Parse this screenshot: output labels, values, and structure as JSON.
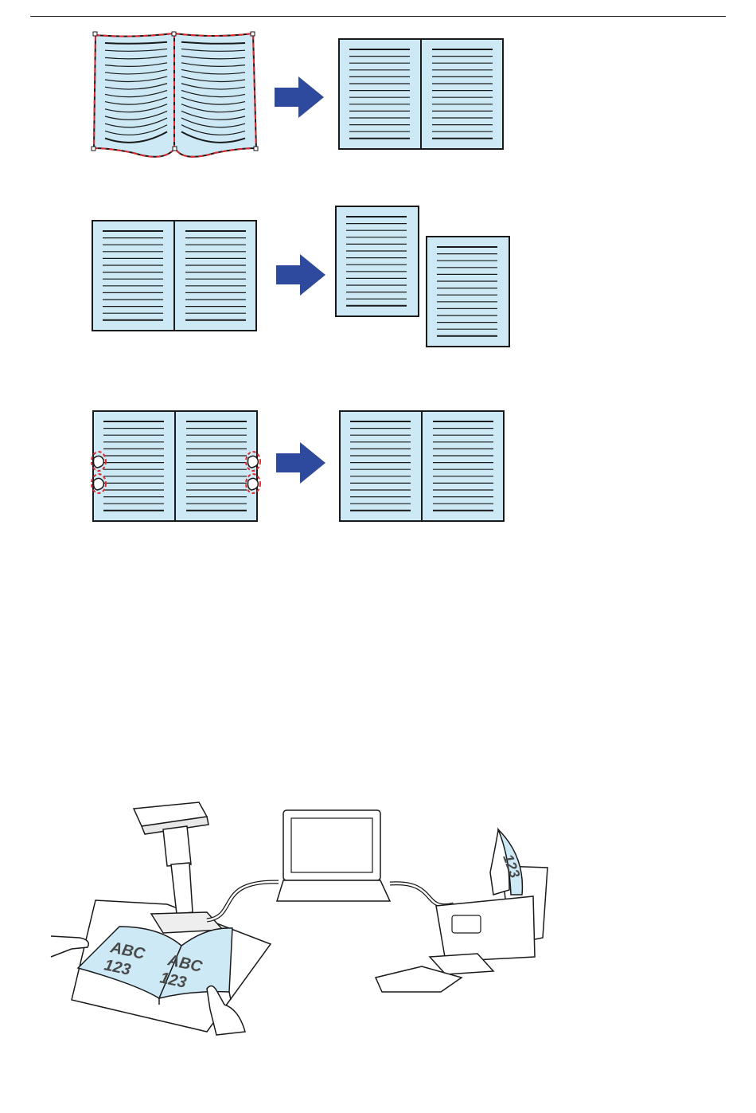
{
  "colors": {
    "page_fill": "#cce9f5",
    "ink": "#1a1a1a",
    "arrow": "#2e4a9e",
    "dashes": "#e0282d"
  },
  "scanner_scene": {
    "book_left_line1": "ABC",
    "book_left_line2": "123",
    "book_right_line1": "ABC",
    "book_right_line2": "123",
    "feeder_sheet_text": "123"
  }
}
